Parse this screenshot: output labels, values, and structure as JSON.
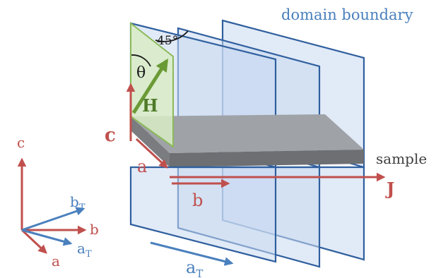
{
  "labels": {
    "domain_boundary": "domain boundary",
    "sample": "sample",
    "current": "J",
    "field": "H",
    "theta": "θ",
    "angle_45": "45°",
    "plate_c": "c",
    "plate_a": "a",
    "plate_b": "b",
    "plate_aT_base": "a",
    "plate_aT_sub": "T",
    "axes_c": "c",
    "axes_b": "b",
    "axes_a": "a",
    "axes_bT_base": "b",
    "axes_bT_sub": "T",
    "axes_aT_base": "a",
    "axes_aT_sub": "T"
  },
  "colors": {
    "crystal_axis": "#c0504d",
    "twin_axis": "#4a80bd",
    "domain_plane_fill": "#c9d9f0",
    "domain_plane_edge": "#2f5f9e",
    "field_plane_fill": "#d8ecc6",
    "field_plane_edge": "#8cba5a",
    "field_arrow": "#6a9a35",
    "sample_top": "#9fa2a7",
    "sample_side": "#6d6f73"
  },
  "icons": {
    "field_arrow": "arrow-up-right-icon",
    "current_arrow": "arrow-right-icon"
  }
}
